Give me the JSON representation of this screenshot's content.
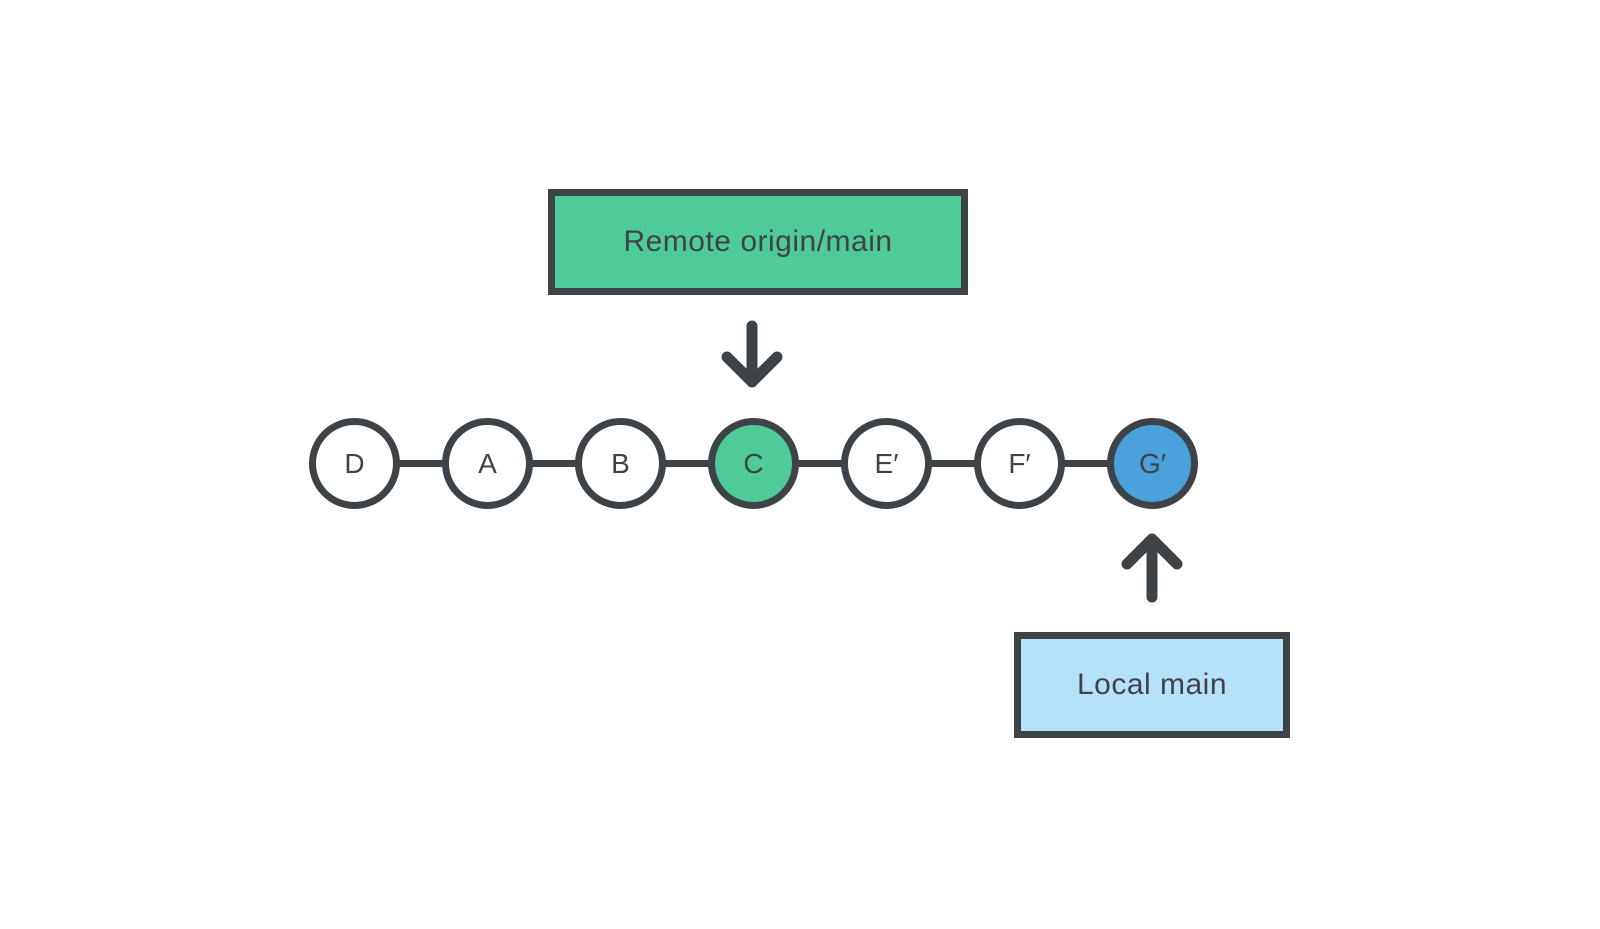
{
  "diagram": {
    "background_color": "#ffffff",
    "line_color": "#3e4348",
    "remote_branch": {
      "label": "Remote origin/main",
      "fill_color": "#4fcb99"
    },
    "local_branch": {
      "label": "Local main",
      "fill_color": "#b6e1fb"
    },
    "commits": [
      {
        "label": "D",
        "fill_color": "#ffffff"
      },
      {
        "label": "A",
        "fill_color": "#ffffff"
      },
      {
        "label": "B",
        "fill_color": "#ffffff"
      },
      {
        "label": "C",
        "fill_color": "#4fcb99"
      },
      {
        "label": "E′",
        "fill_color": "#ffffff"
      },
      {
        "label": "F′",
        "fill_color": "#ffffff"
      },
      {
        "label": "G′",
        "fill_color": "#4aa1db"
      }
    ]
  }
}
